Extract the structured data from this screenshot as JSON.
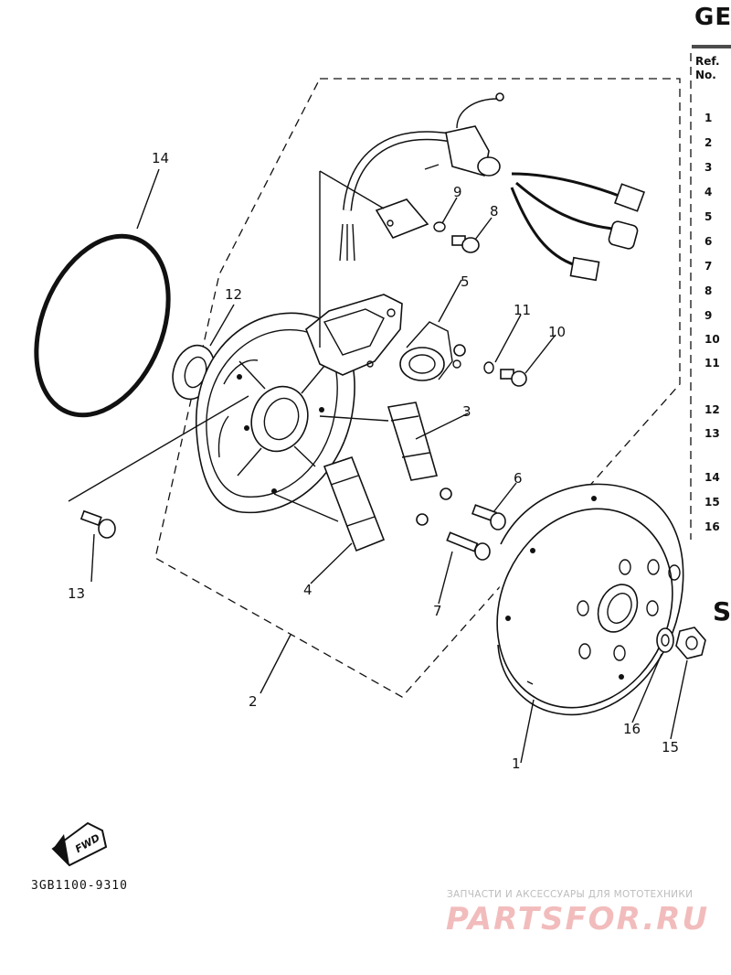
{
  "header": {
    "title_fragment": "GE",
    "ref_label_line1": "Ref.",
    "ref_label_line2": "No."
  },
  "ref_numbers": [
    "1",
    "2",
    "3",
    "4",
    "5",
    "6",
    "7",
    "8",
    "9",
    "10",
    "11",
    "12",
    "13",
    "14",
    "15",
    "16"
  ],
  "section_fragment": "S",
  "callouts": {
    "c1": "1",
    "c2": "2",
    "c3": "3",
    "c4": "4",
    "c5": "5",
    "c6": "6",
    "c7": "7",
    "c8": "8",
    "c9": "9",
    "c10": "10",
    "c11": "11",
    "c12": "12",
    "c13": "13",
    "c14": "14",
    "c15": "15",
    "c16": "16"
  },
  "fwd_label": "FWD",
  "diagram_code": "3GB1100-9310",
  "watermark": {
    "tagline": "ЗАПЧАСТИ И АКСЕССУАРЫ ДЛЯ МОТОТЕХНИКИ",
    "logo": "PARTSFOR.RU"
  },
  "colors": {
    "ink": "#111111",
    "watermark_red": "#f2bcbc",
    "watermark_grey": "#bdbdbd"
  }
}
